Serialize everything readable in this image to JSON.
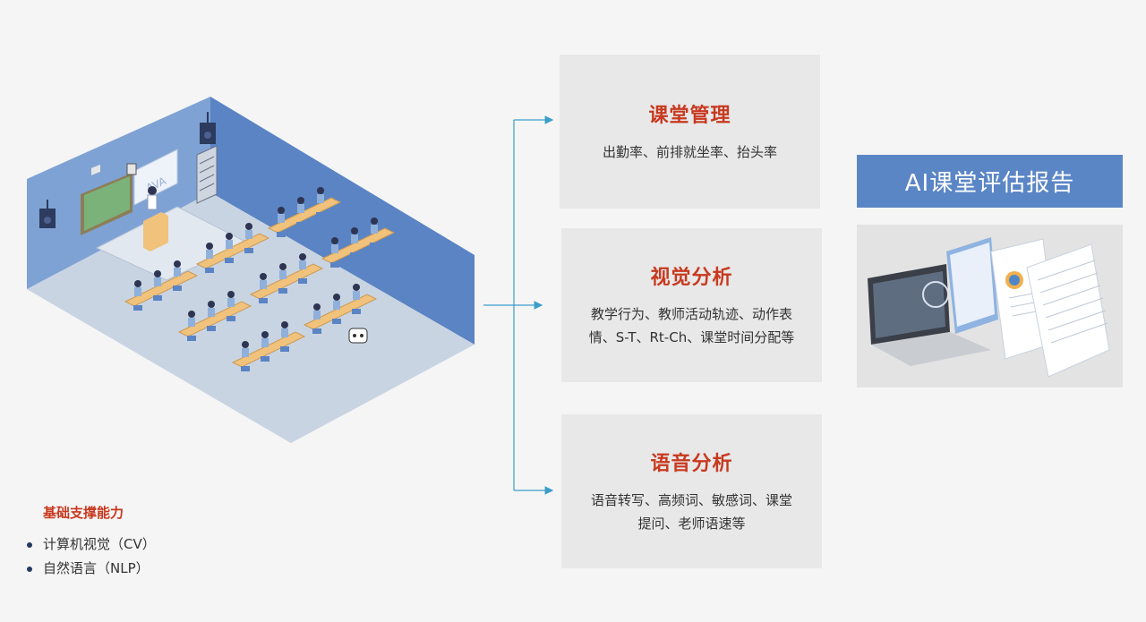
{
  "classroom": {
    "board_text": "AVA"
  },
  "boxes": [
    {
      "title": "课堂管理",
      "desc_lines": [
        "出勤率、前排就坐率、抬头率"
      ]
    },
    {
      "title": "视觉分析",
      "desc_lines": [
        "教学行为、教师活动轨迹、动作表",
        "情、S-T、Rt-Ch、课堂时间分配等"
      ]
    },
    {
      "title": "语音分析",
      "desc_lines": [
        "语音转写、高频词、敏感词、课堂",
        "提问、老师语速等"
      ]
    }
  ],
  "report": {
    "title": "AI课堂评估报告"
  },
  "foundation": {
    "title": "基础支撑能力",
    "items": [
      "计算机视觉（CV）",
      "自然语言（NLP）"
    ]
  },
  "colors": {
    "accent_red": "#c8391f",
    "accent_blue": "#5b86c6",
    "arrow": "#3a9ec9",
    "box_bg": "#e8e8e8"
  },
  "icons": [
    "speaker-icon",
    "camera-icon",
    "server-rack-icon",
    "robot-icon",
    "bullet-dot-icon"
  ]
}
